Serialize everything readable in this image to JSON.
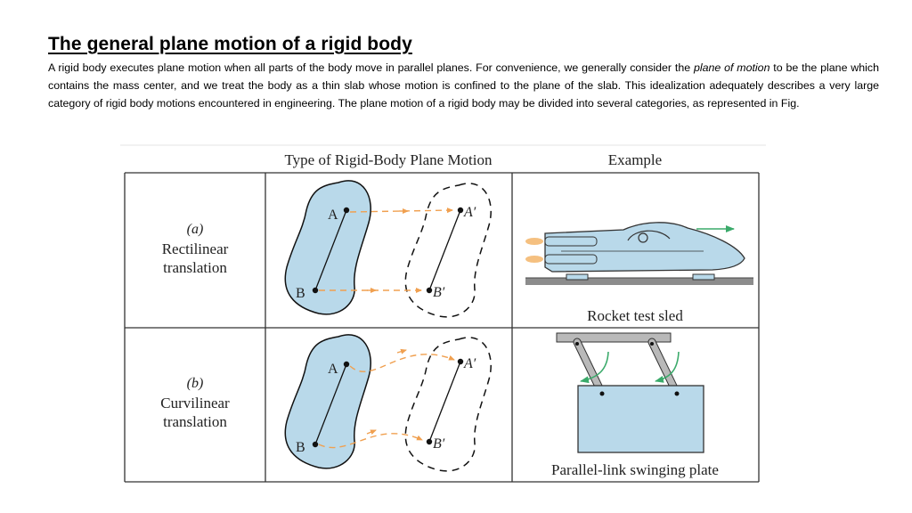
{
  "title": "The general plane motion of a rigid body",
  "paragraph": {
    "before_emphasis": "A rigid body executes plane motion when all parts of the body move in parallel planes. For convenience, we generally consider the ",
    "emphasis": "plane of motion",
    "after_emphasis": " to be the plane which contains the mass center, and we treat the body as a thin slab whose motion is confined to the plane of the slab. This idealization adequately describes a very large category of rigid body motions encountered in engineering. The plane motion of a rigid body may be divided into several categories, as represented in Fig."
  },
  "figure": {
    "header_type": "Type of Rigid-Body Plane Motion",
    "header_example": "Example",
    "rows": [
      {
        "tag": "(a)",
        "line1": "Rectilinear",
        "line2": "translation",
        "point_a": "A",
        "point_b": "B",
        "point_a_prime": "A′",
        "point_b_prime": "B′",
        "example_caption": "Rocket test sled"
      },
      {
        "tag": "(b)",
        "line1": "Curvilinear",
        "line2": "translation",
        "point_a": "A",
        "point_b": "B",
        "point_a_prime": "A′",
        "point_b_prime": "B′",
        "example_caption": "Parallel-link swinging plate"
      }
    ],
    "colors": {
      "body_fill": "#b9d9ea",
      "arrow": "#f0a050",
      "motion_arrow": "#3aaa6a",
      "rail": "#7a7a7a",
      "flame": "#f5c080"
    }
  }
}
